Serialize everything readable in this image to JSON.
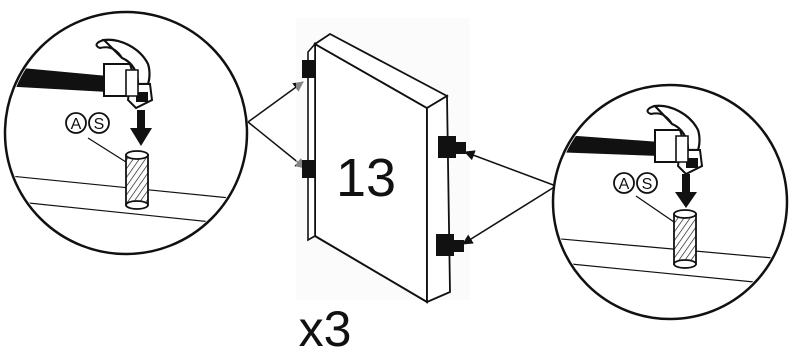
{
  "panel": {
    "number": "13",
    "quantity": "x3"
  },
  "callouts": {
    "left": {
      "badge_a": "A",
      "badge_s": "S"
    },
    "right": {
      "badge_a": "A",
      "badge_s": "S"
    }
  },
  "icons": {
    "hammer": "hammer-icon",
    "dowel": "wooden-dowel-icon",
    "arrow": "down-arrow-icon"
  },
  "colors": {
    "line": "#111111",
    "background": "#ffffff",
    "panel_edge": "#d9d9d9"
  }
}
